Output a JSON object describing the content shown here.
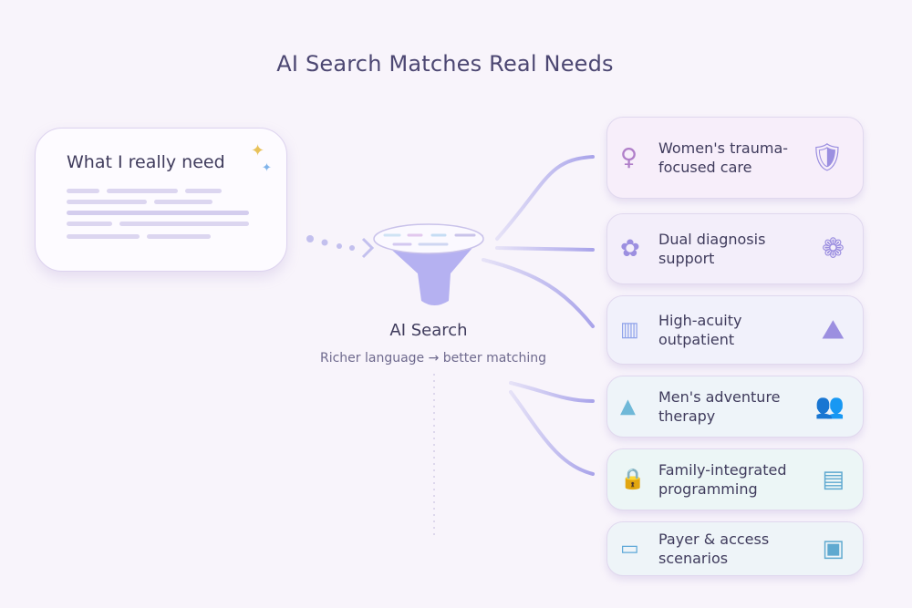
{
  "title": "AI Search Matches Real Needs",
  "bubble": {
    "title": "What I really need"
  },
  "center": {
    "label": "AI Search",
    "caption": "Richer language → better matching"
  },
  "cards": [
    {
      "label": "Women's trauma-focused care",
      "left_icon": "female-symbol-icon",
      "right_icon": "heart-shield-icon",
      "bg": "#f7eefa"
    },
    {
      "label": "Dual diagnosis support",
      "left_icon": "brain-icon",
      "right_icon": "connected-brain-icon",
      "bg": "#f3eefa"
    },
    {
      "label": "High-acuity outpatient",
      "left_icon": "bar-chart-icon",
      "right_icon": "mountain-trend-icon",
      "bg": "#f1f1fb"
    },
    {
      "label": "Men's adventure therapy",
      "left_icon": "mountain-icon",
      "right_icon": "group-icon",
      "bg": "#eef4f9"
    },
    {
      "label": "Family-integrated programming",
      "left_icon": "lock-icon",
      "right_icon": "checked-card-icon",
      "bg": "#ecf6f6"
    },
    {
      "label": "Payer & access scenarios",
      "left_icon": "credit-card-icon",
      "right_icon": "id-card-check-icon",
      "bg": "#eef4f8"
    }
  ]
}
